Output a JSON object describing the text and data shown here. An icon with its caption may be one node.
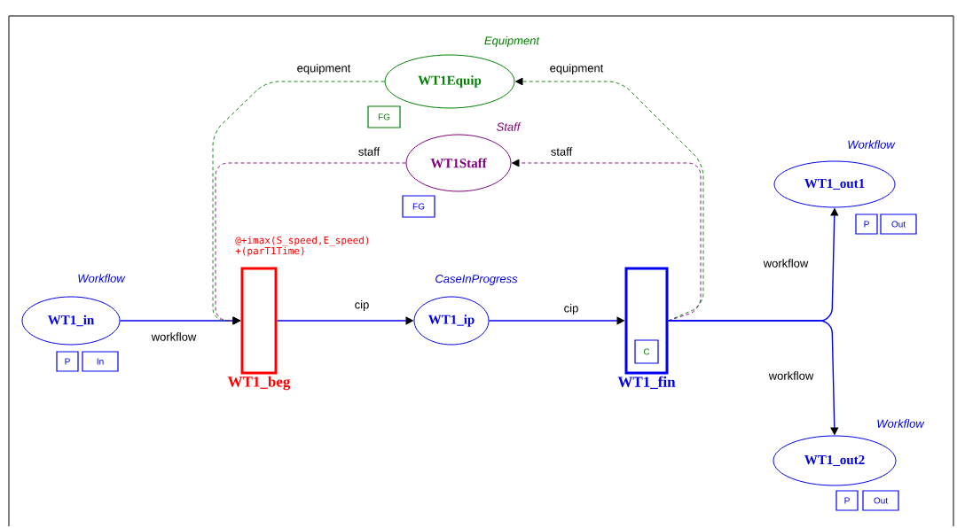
{
  "diagram": {
    "nodes": [
      {
        "text": [
          "WT1Equip"
        ],
        "beside": [
          "Equipment"
        ]
      },
      {
        "text": [
          "FG"
        ]
      },
      {
        "text": [
          "WT1Staff"
        ],
        "beside": [
          "Staff"
        ]
      },
      {
        "text": [
          "FG"
        ]
      },
      {
        "text": [
          "WT1_out1"
        ],
        "beside": [
          "Workflow"
        ]
      },
      {
        "text": [
          "P"
        ]
      },
      {
        "text": [
          "Out"
        ]
      },
      {
        "text": [
          "WT1_in"
        ],
        "beside": [
          "Workflow"
        ]
      },
      {
        "text": [
          "P"
        ]
      },
      {
        "text": [
          "In"
        ]
      },
      {
        "text": [
          "WT1_beg"
        ],
        "beside": [
          "@+imax(S_speed,E_speed) +(parT1Time)"
        ]
      },
      {
        "text": [
          "WT1_ip"
        ],
        "beside": [
          "CaseInProgress"
        ]
      },
      {
        "text": [
          "WT1_fin"
        ]
      },
      {
        "text": [
          "C"
        ],
        "in": 12
      },
      {
        "text": [
          "WT1_out2"
        ],
        "beside": [
          "Workflow"
        ]
      },
      {
        "text": [
          "P"
        ]
      },
      {
        "text": [
          "Out"
        ]
      }
    ],
    "edges": [
      {
        "from": 7,
        "to": 10,
        "arrow": "to",
        "label": "workflow"
      },
      {
        "from": 10,
        "to": 11,
        "arrow": "to",
        "label": "cip"
      },
      {
        "from": 11,
        "to": 12,
        "arrow": "to",
        "label": "cip"
      },
      {
        "from": 0,
        "to": 10,
        "arrow": "to",
        "label": "equipment",
        "style": "dashed",
        "color": "#008000"
      },
      {
        "from": 2,
        "to": 10,
        "arrow": "to",
        "label": "staff",
        "style": "dashed",
        "color": "#800080"
      },
      {
        "from": 12,
        "to": 0,
        "arrow": "to",
        "label": "equipment",
        "style": "dashed",
        "color": "#008000"
      },
      {
        "from": 12,
        "to": 2,
        "arrow": "to",
        "label": "staff",
        "style": "dashed",
        "color": "#800080"
      },
      {
        "from": 12,
        "to": 4,
        "arrow": "to",
        "label": "workflow"
      },
      {
        "from": 12,
        "to": 14,
        "arrow": "to",
        "label": "workflow"
      }
    ]
  }
}
